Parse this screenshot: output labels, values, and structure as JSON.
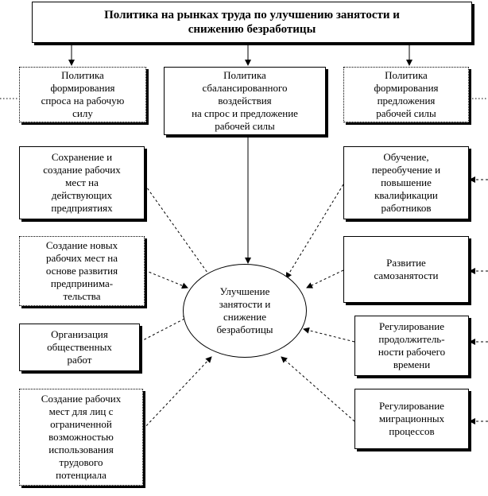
{
  "title": "Политика на рынках труда по улучшению занятости и\nснижению безработицы",
  "policies": {
    "left": "Политика\nформирования\nспроса на рабочую\nсилу",
    "center": "Политика\nсбалансированного\nвоздействия\nна спрос и предложение\nрабочей силы",
    "right": "Политика\nформирования\nпредложения\nрабочей силы"
  },
  "center": "Улучшение\nзанятости и\nснижение\nбезработицы",
  "left_measures": [
    "Сохранение и\nсоздание рабочих\nмест на\nдействующих\nпредприятиях",
    "Создание новых\nрабочих мест на\nоснове развития\nпредпринима-\nтельства",
    "Организация\nобщественных\nработ",
    "Создание рабочих\nмест для лиц с\nограниченной\nвозможностью\nиспользования\nтрудового\nпотенциала"
  ],
  "right_measures": [
    "Обучение,\nпереобучение и\nповышение\nквалификации\nработников",
    "Развитие\nсамозанятости",
    "Регулирование\nпродолжитель-\nности рабочего\nвремени",
    "Регулирование\nмиграционных\nпроцессов"
  ]
}
